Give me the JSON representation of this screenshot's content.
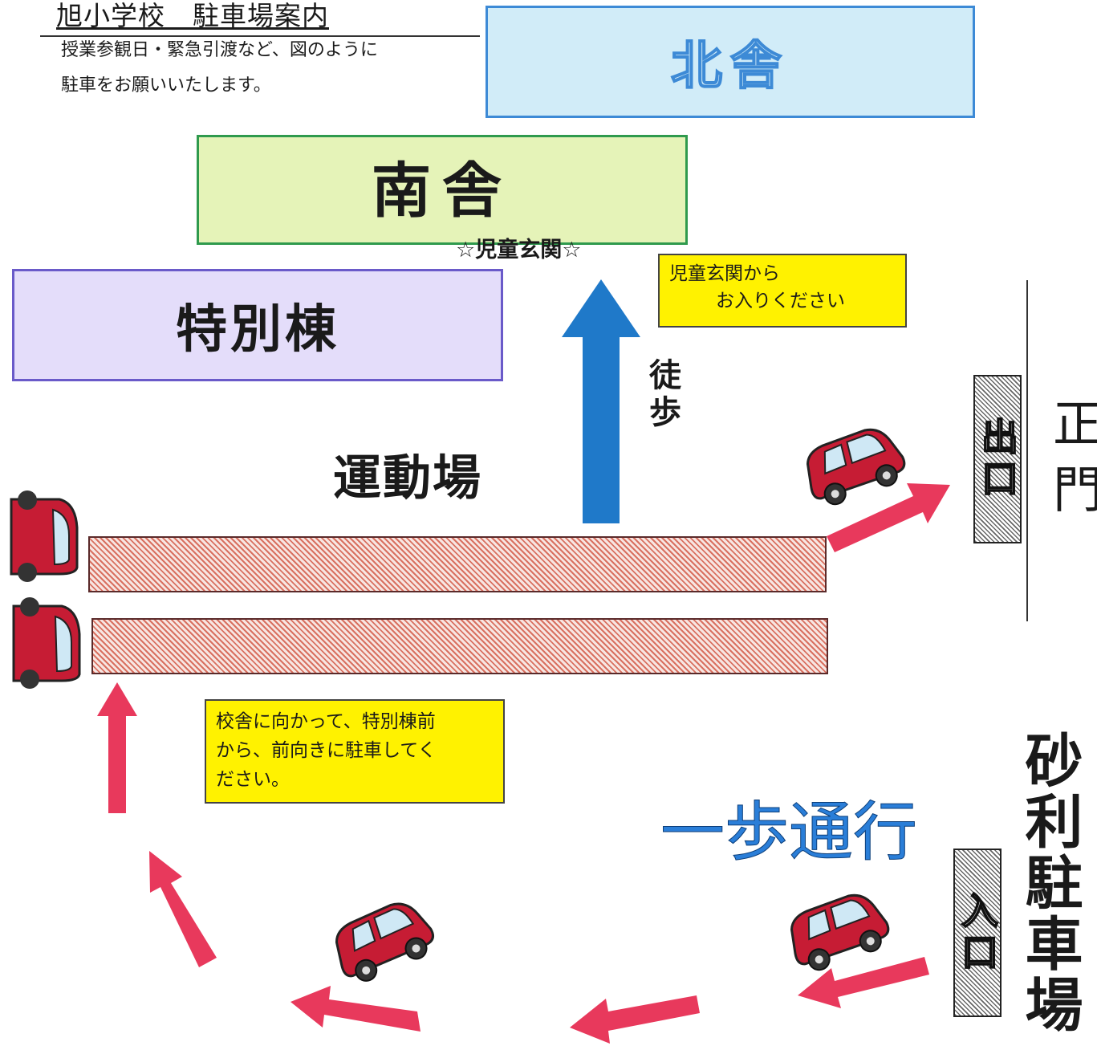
{
  "header": {
    "title": "旭小学校　駐車場案内",
    "intro_line1": "授業参観日・緊急引渡など、図のように",
    "intro_line2": "駐車をお願いいたします。"
  },
  "buildings": {
    "north": "北舎",
    "south": "南舎",
    "special": "特別棟"
  },
  "labels": {
    "student_entrance": "☆児童玄関☆",
    "walking": "徒歩",
    "sports_field": "運動場",
    "exit": "出口",
    "main_gate": "正門",
    "entrance": "入口",
    "gravel_parking": "砂利駐車場",
    "one_way": "一歩通行"
  },
  "notices": {
    "entrance_line1": "児童玄関から",
    "entrance_line2": "お入りください",
    "parking_line1": "校舎に向かって、特別棟前",
    "parking_line2": "から、前向きに駐車してく",
    "parking_line3": "ださい。"
  },
  "colors": {
    "walk_arrow": "#1f79c9",
    "route_arrow": "#e8395c",
    "car_body": "#c61c34",
    "notice_bg": "#fff200",
    "north_fill": "#d1ecf8",
    "south_fill": "#e5f3b8",
    "special_fill": "#e4ddfa"
  },
  "icons": [
    "car-icon",
    "up-arrow-icon",
    "route-arrow-icon"
  ]
}
